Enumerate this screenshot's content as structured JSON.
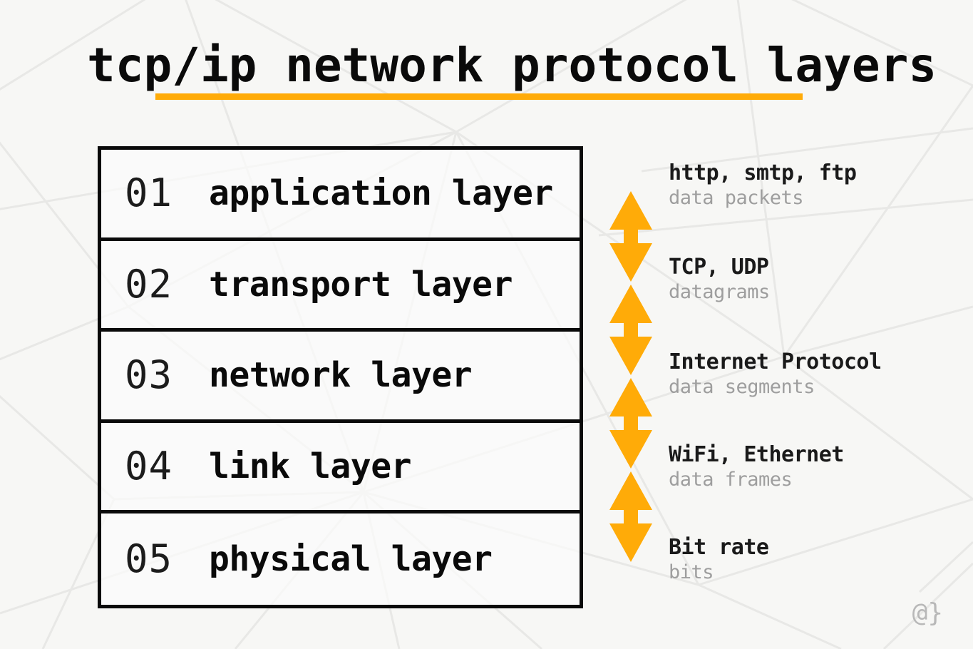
{
  "header": {
    "title": "tcp/ip network protocol layers",
    "accent_color": "#ffab08",
    "underline_color": "#ffab08"
  },
  "layers": [
    {
      "number": "01",
      "name": "application layer"
    },
    {
      "number": "02",
      "name": "transport layer"
    },
    {
      "number": "03",
      "name": "network layer"
    },
    {
      "number": "04",
      "name": "link layer"
    },
    {
      "number": "05",
      "name": "physical layer"
    }
  ],
  "annotations": [
    {
      "primary": "http, smtp, ftp",
      "secondary": "data packets"
    },
    {
      "primary": "TCP, UDP",
      "secondary": "datagrams"
    },
    {
      "primary": "Internet Protocol",
      "secondary": "data segments"
    },
    {
      "primary": "WiFi, Ethernet",
      "secondary": "data frames"
    },
    {
      "primary": "Bit rate",
      "secondary": "bits"
    }
  ],
  "arrow_column": {
    "icon": "double-arrow-vertical",
    "color": "#ffab08",
    "units": 4
  },
  "brand": {
    "logo_text": "@}"
  },
  "theme": {
    "background": "#f7f7f5",
    "ink": "#0a0a0a",
    "muted_text": "#9e9e9e",
    "network_line": "#e6e6e4"
  }
}
